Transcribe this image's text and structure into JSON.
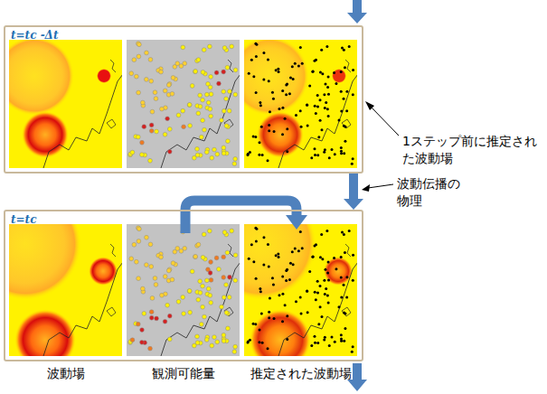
{
  "diagram": {
    "nodes": [
      {
        "text": [
          "t=tc -Δt"
        ]
      },
      {
        "text": [
          "t=tc"
        ]
      }
    ],
    "edges": [
      {
        "from": 0,
        "to": 1,
        "arrow": "to",
        "label": "波動伝播の物理"
      }
    ],
    "labels": [
      "1ステップ前に推定された波動場",
      "波動場",
      "観測可能量",
      "推定された波動場"
    ]
  }
}
